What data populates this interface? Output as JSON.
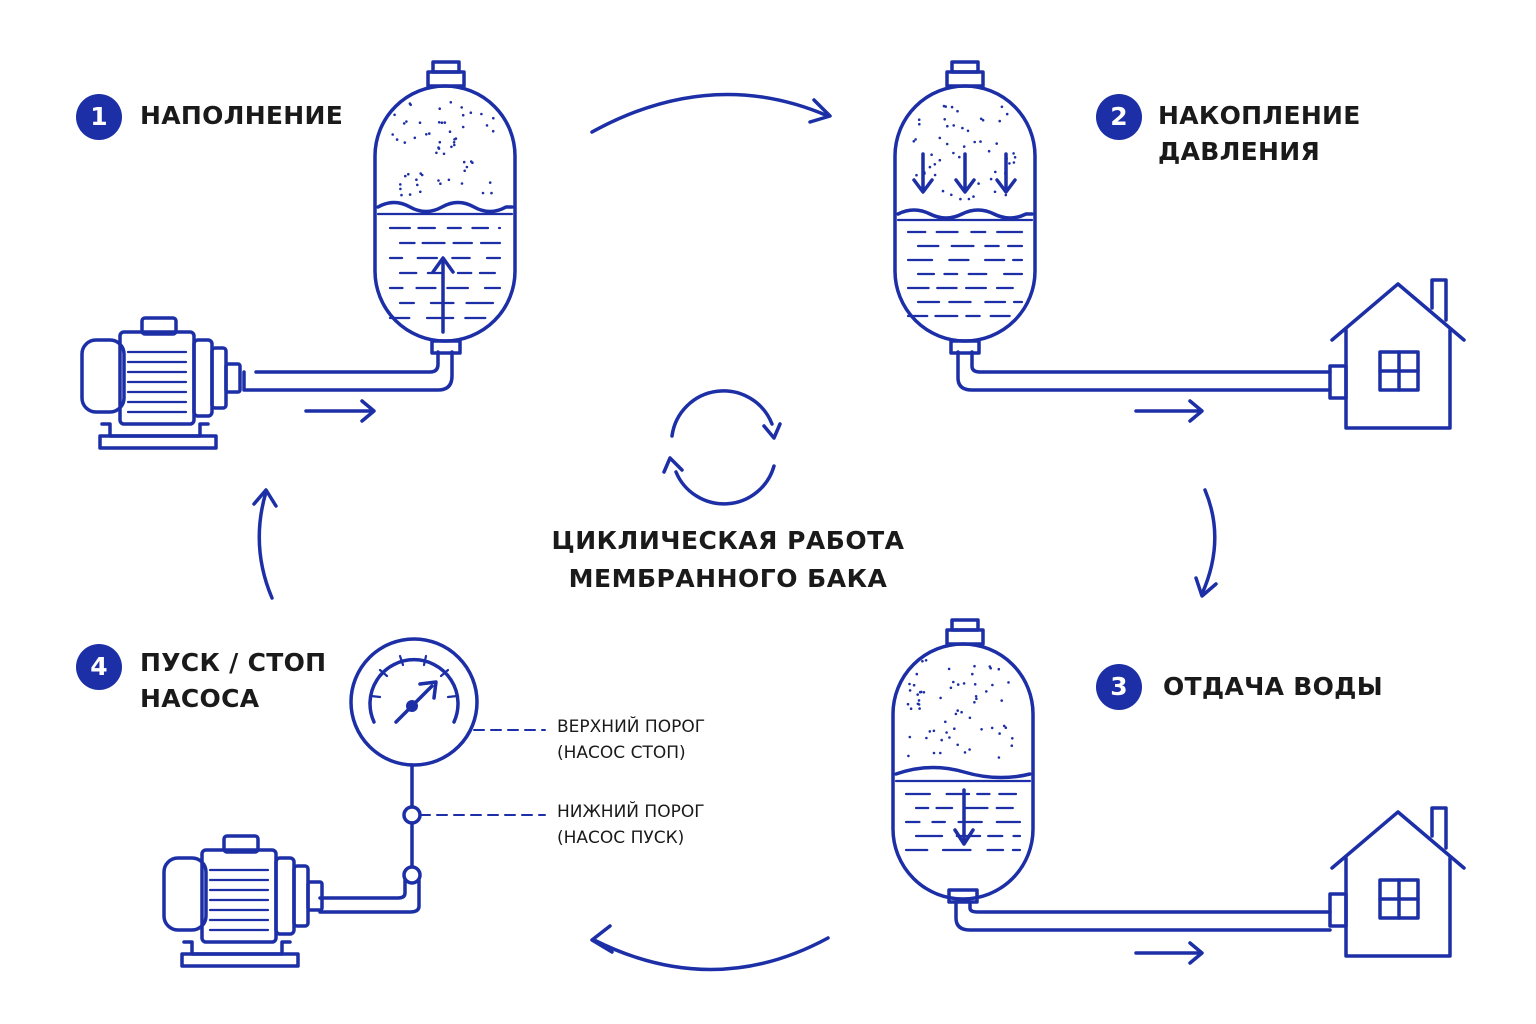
{
  "center_title": [
    "ЦИКЛИЧЕСКАЯ РАБОТА",
    "МЕМБРАННОГО БАКА"
  ],
  "steps": [
    {
      "number": "1",
      "title": [
        "НАПОЛНЕНИЕ"
      ]
    },
    {
      "number": "2",
      "title": [
        "НАКОПЛЕНИЕ",
        "ДАВЛЕНИЯ"
      ]
    },
    {
      "number": "3",
      "title": [
        "ОТДАЧА ВОДЫ"
      ]
    },
    {
      "number": "4",
      "title": [
        "ПУСК / СТОП",
        "НАСОСА"
      ]
    }
  ],
  "gauge_thresholds": {
    "upper": [
      "ВЕРХНИЙ ПОРОГ",
      "(НАСОС СТОП)"
    ],
    "lower": [
      "НИЖНИЙ ПОРОГ",
      "(НАСОС ПУСК)"
    ]
  },
  "colors": {
    "accent": "#1c2fa6",
    "text": "#1a1a1a",
    "background": "#ffffff"
  },
  "icons": [
    "membrane-tank-icon",
    "pump-icon",
    "house-icon",
    "pressure-gauge-icon",
    "cycle-icon"
  ]
}
